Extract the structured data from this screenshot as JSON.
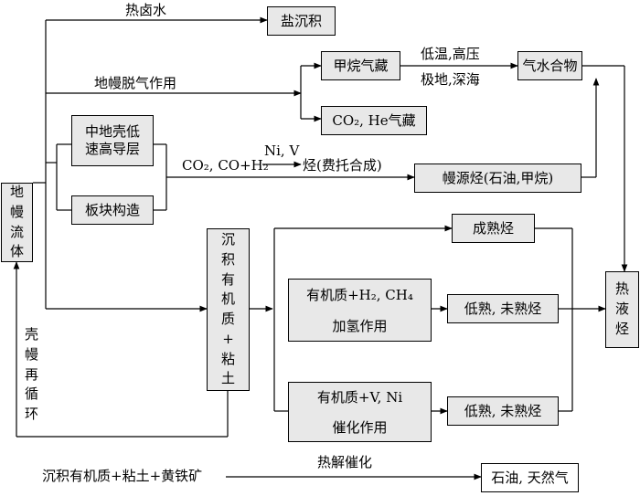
{
  "nodes": {
    "mantle_fluid": [
      "地",
      "幔",
      "流",
      "体"
    ],
    "salt_deposit": "盐沉积",
    "methane_reservoir": "甲烷气藏",
    "co2_he_reservoir": "CO₂, He气藏",
    "gas_hydrate": "气水合物",
    "crust_layer": [
      "中地壳低",
      "速高导层"
    ],
    "plate_tectonics": "板块构造",
    "mantle_hydrocarbons": "幔源烃(石油,甲烷)",
    "sediment_organic": [
      "沉",
      "积",
      "有",
      "机",
      "质",
      "+",
      "粘",
      "土"
    ],
    "mature_hydrocarbons": "成熟烃",
    "hydrogenation_formula": "有机质+H₂, CH₄",
    "hydrogenation_label": "加氢作用",
    "low_mature_1": "低熟, 未熟烃",
    "catalysis_formula": "有机质+V, Ni",
    "catalysis_label": "催化作用",
    "low_mature_2": "低熟, 未熟烃",
    "hydrothermal_hydrocarbons": [
      "热",
      "液",
      "烃"
    ],
    "oil_gas": "石油, 天然气"
  },
  "labels": {
    "hot_brine": "热卤水",
    "mantle_degassing": "地幔脱气作用",
    "low_temp_high_pressure": "低温,高压",
    "polar_deep_sea": "极地,深海",
    "ft_reactants": "CO₂, CO+H₂",
    "ft_catalyst": "Ni, V",
    "ft_product": "烃(费托合成)",
    "crust_mantle_recycling": [
      "壳",
      "幔",
      "再",
      "循",
      "环"
    ],
    "bottom_reactants": "沉积有机质+粘土+黄铁矿",
    "pyrolysis_catalysis": "热解催化"
  }
}
